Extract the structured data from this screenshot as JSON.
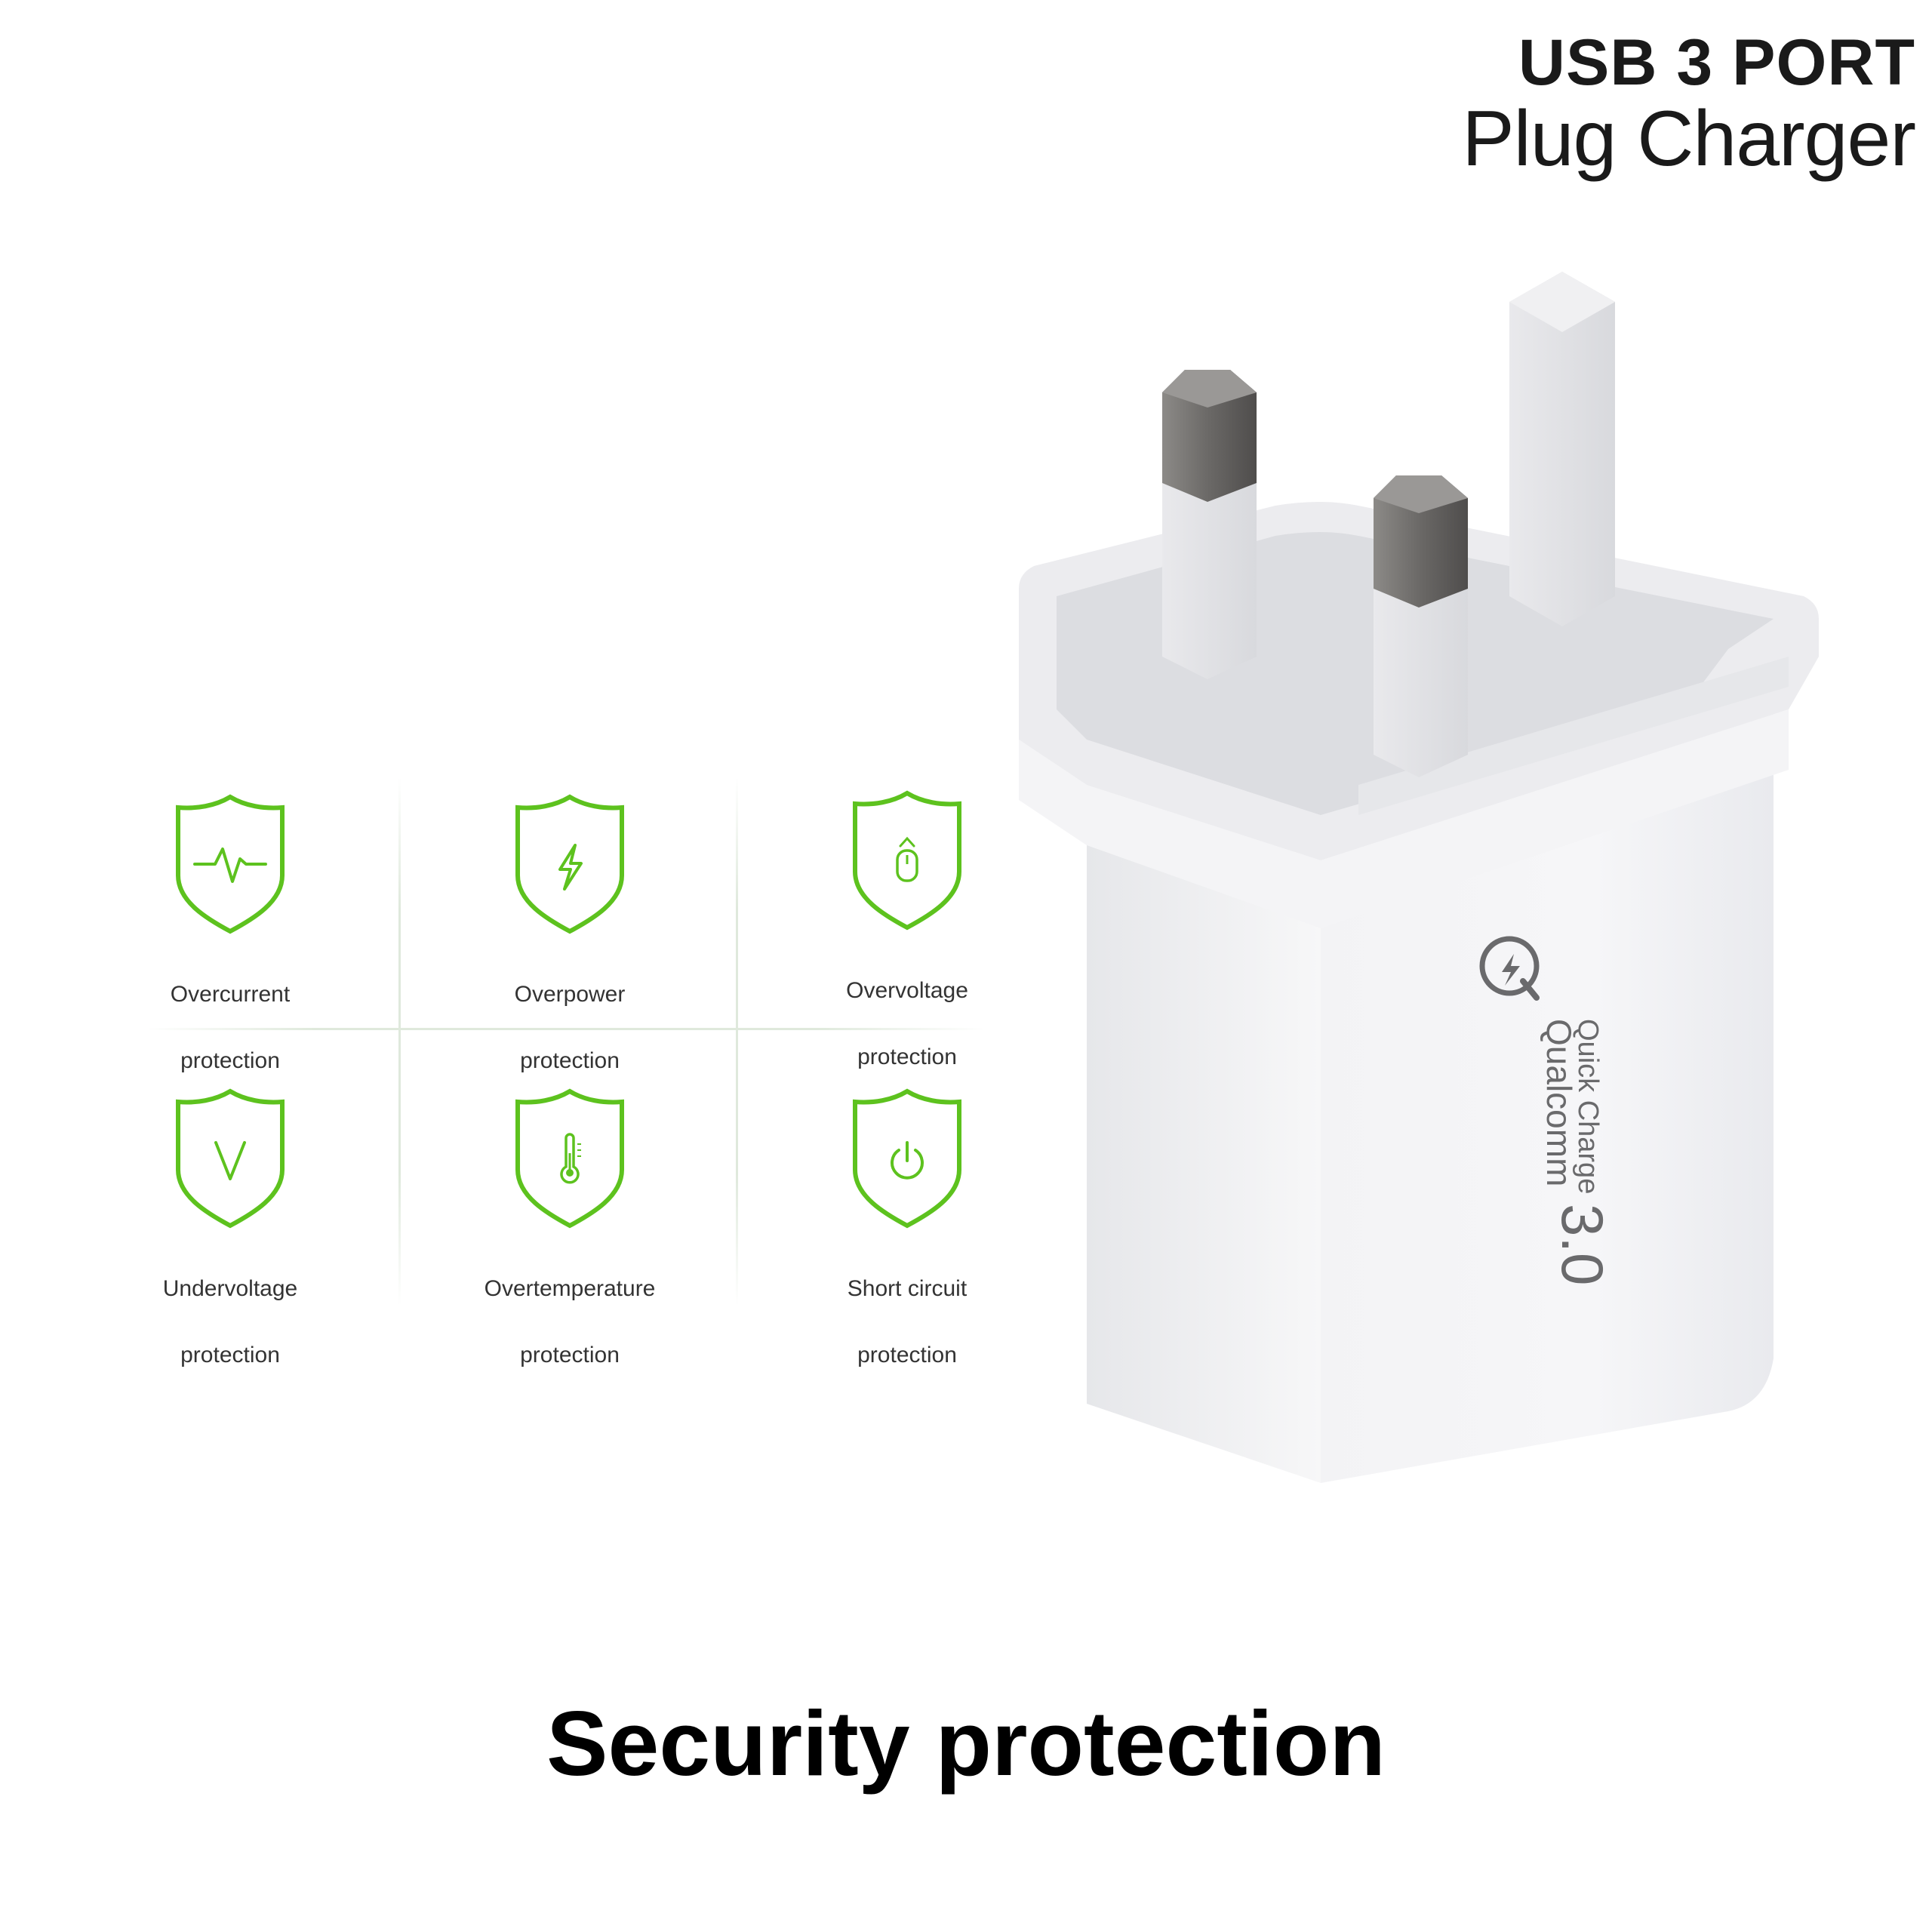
{
  "header": {
    "title_line1": "USB 3 PORT",
    "title_line2": "Plug Charger"
  },
  "colors": {
    "accent_green": "#5dc21e",
    "product_white": "#f4f4f5",
    "pin_gray": "#6e6c6a"
  },
  "features": [
    {
      "icon": "heartbeat-shield-icon",
      "line1": "Overcurrent",
      "line2": "protection"
    },
    {
      "icon": "lightning-shield-icon",
      "line1": "Overpower",
      "line2": "protection"
    },
    {
      "icon": "plug-shield-icon",
      "line1": "Overvoltage",
      "line2": "protection"
    },
    {
      "icon": "v-shield-icon",
      "line1": "Undervoltage",
      "line2": "protection"
    },
    {
      "icon": "thermometer-shield-icon",
      "line1": "Overtemperature",
      "line2": "protection"
    },
    {
      "icon": "power-shield-icon",
      "line1": "Short circuit",
      "line2": "protection"
    }
  ],
  "product": {
    "brand": "Qualcomm",
    "tech": "Quick Charge",
    "version": "3.0"
  },
  "caption": "Security protection"
}
